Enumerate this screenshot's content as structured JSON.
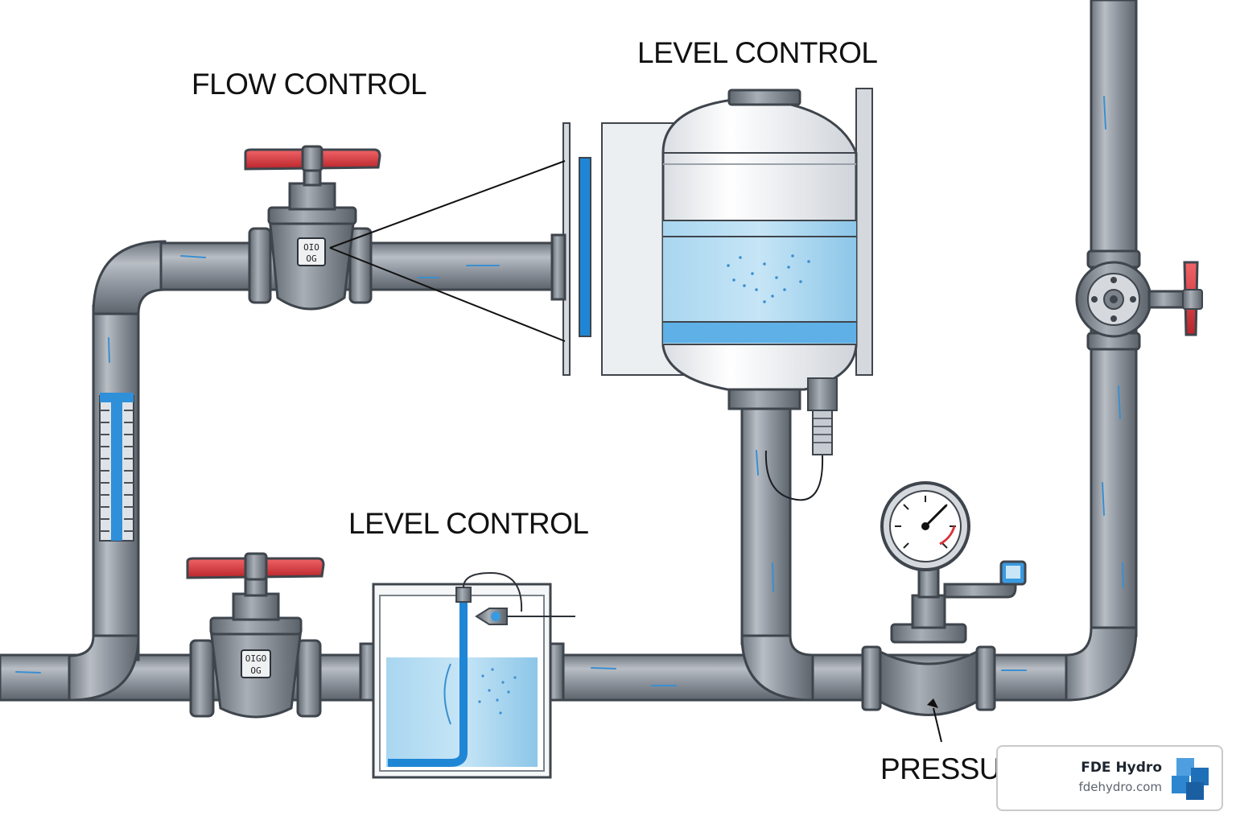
{
  "labels": {
    "flow_control": "FLOW CONTROL",
    "level_control_top": "LEVEL CONTROL",
    "level_control_bottom": "LEVEL CONTROL",
    "pressure": "PRESSUR"
  },
  "brand": {
    "name": "FDE Hydro",
    "url": "fdehydro.com"
  },
  "colors": {
    "pipe": "#8e959e",
    "pipe_dark": "#4a5058",
    "handle": "#d8343a",
    "water": "#9fd0ec",
    "accent_blue": "#1f86d6"
  }
}
